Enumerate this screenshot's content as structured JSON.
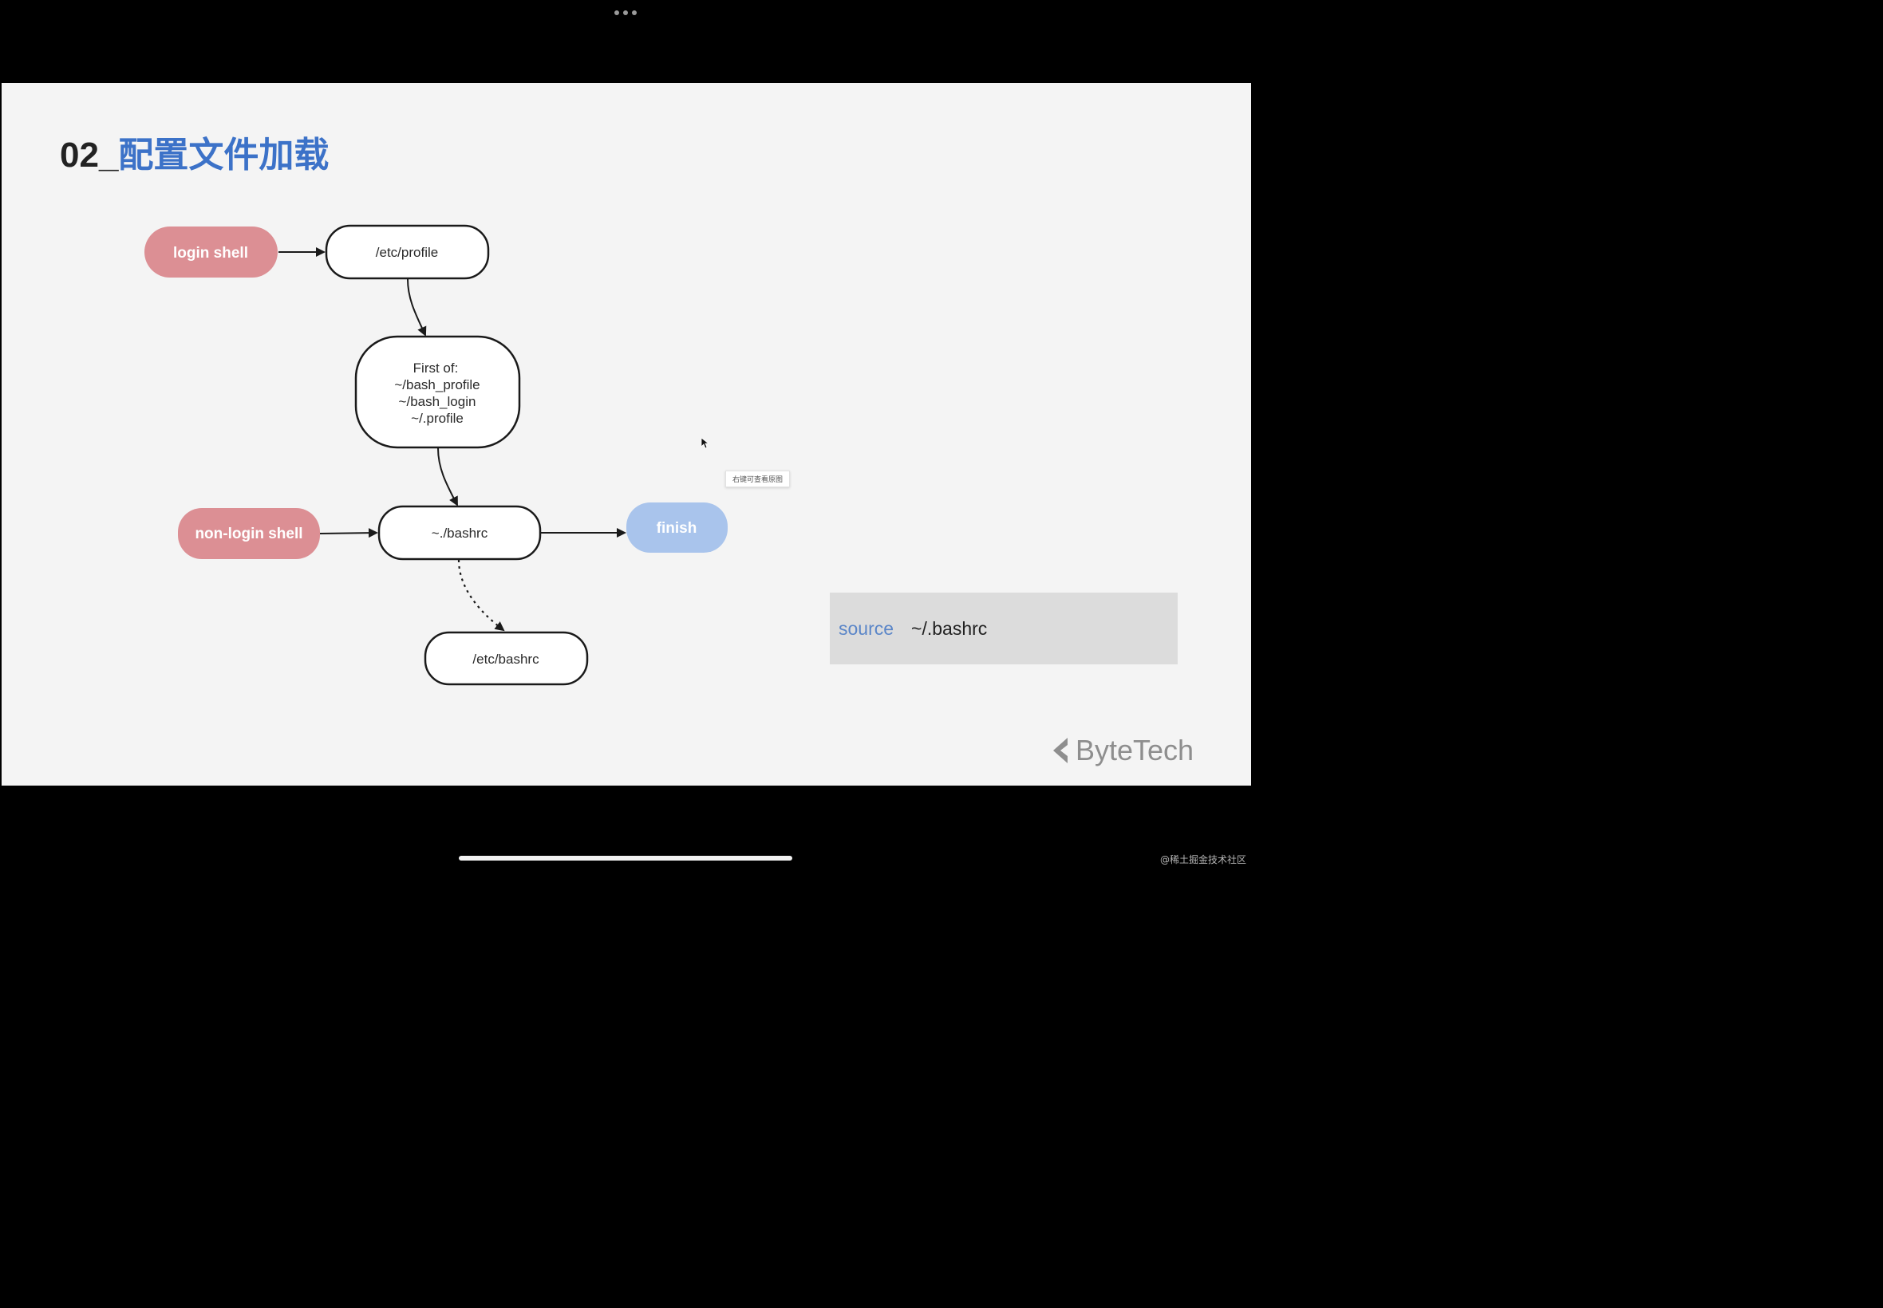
{
  "slide": {
    "title_number": "02_",
    "title_text": "配置文件加载"
  },
  "diagram": {
    "nodes": {
      "login_shell": "login shell",
      "etc_profile": "/etc/profile",
      "first_of_lines": [
        "First of:",
        "~/bash_profile",
        "~/bash_login",
        "~/.profile"
      ],
      "non_login_shell": "non-login shell",
      "bashrc": "~./bashrc",
      "finish": "finish",
      "etc_bashrc": "/etc/bashrc"
    },
    "colors": {
      "shell_fill": "#dc8f94",
      "finish_fill": "#a9c4ec",
      "node_stroke": "#1a1a1a"
    }
  },
  "tooltip": {
    "text": "右键可查看原图"
  },
  "source_command": {
    "keyword": "source",
    "argument": "~/.bashrc"
  },
  "brand": {
    "logo_icon": "bytetech-chevron-icon",
    "name": "ByteTech"
  },
  "watermark": "@稀土掘金技术社区"
}
